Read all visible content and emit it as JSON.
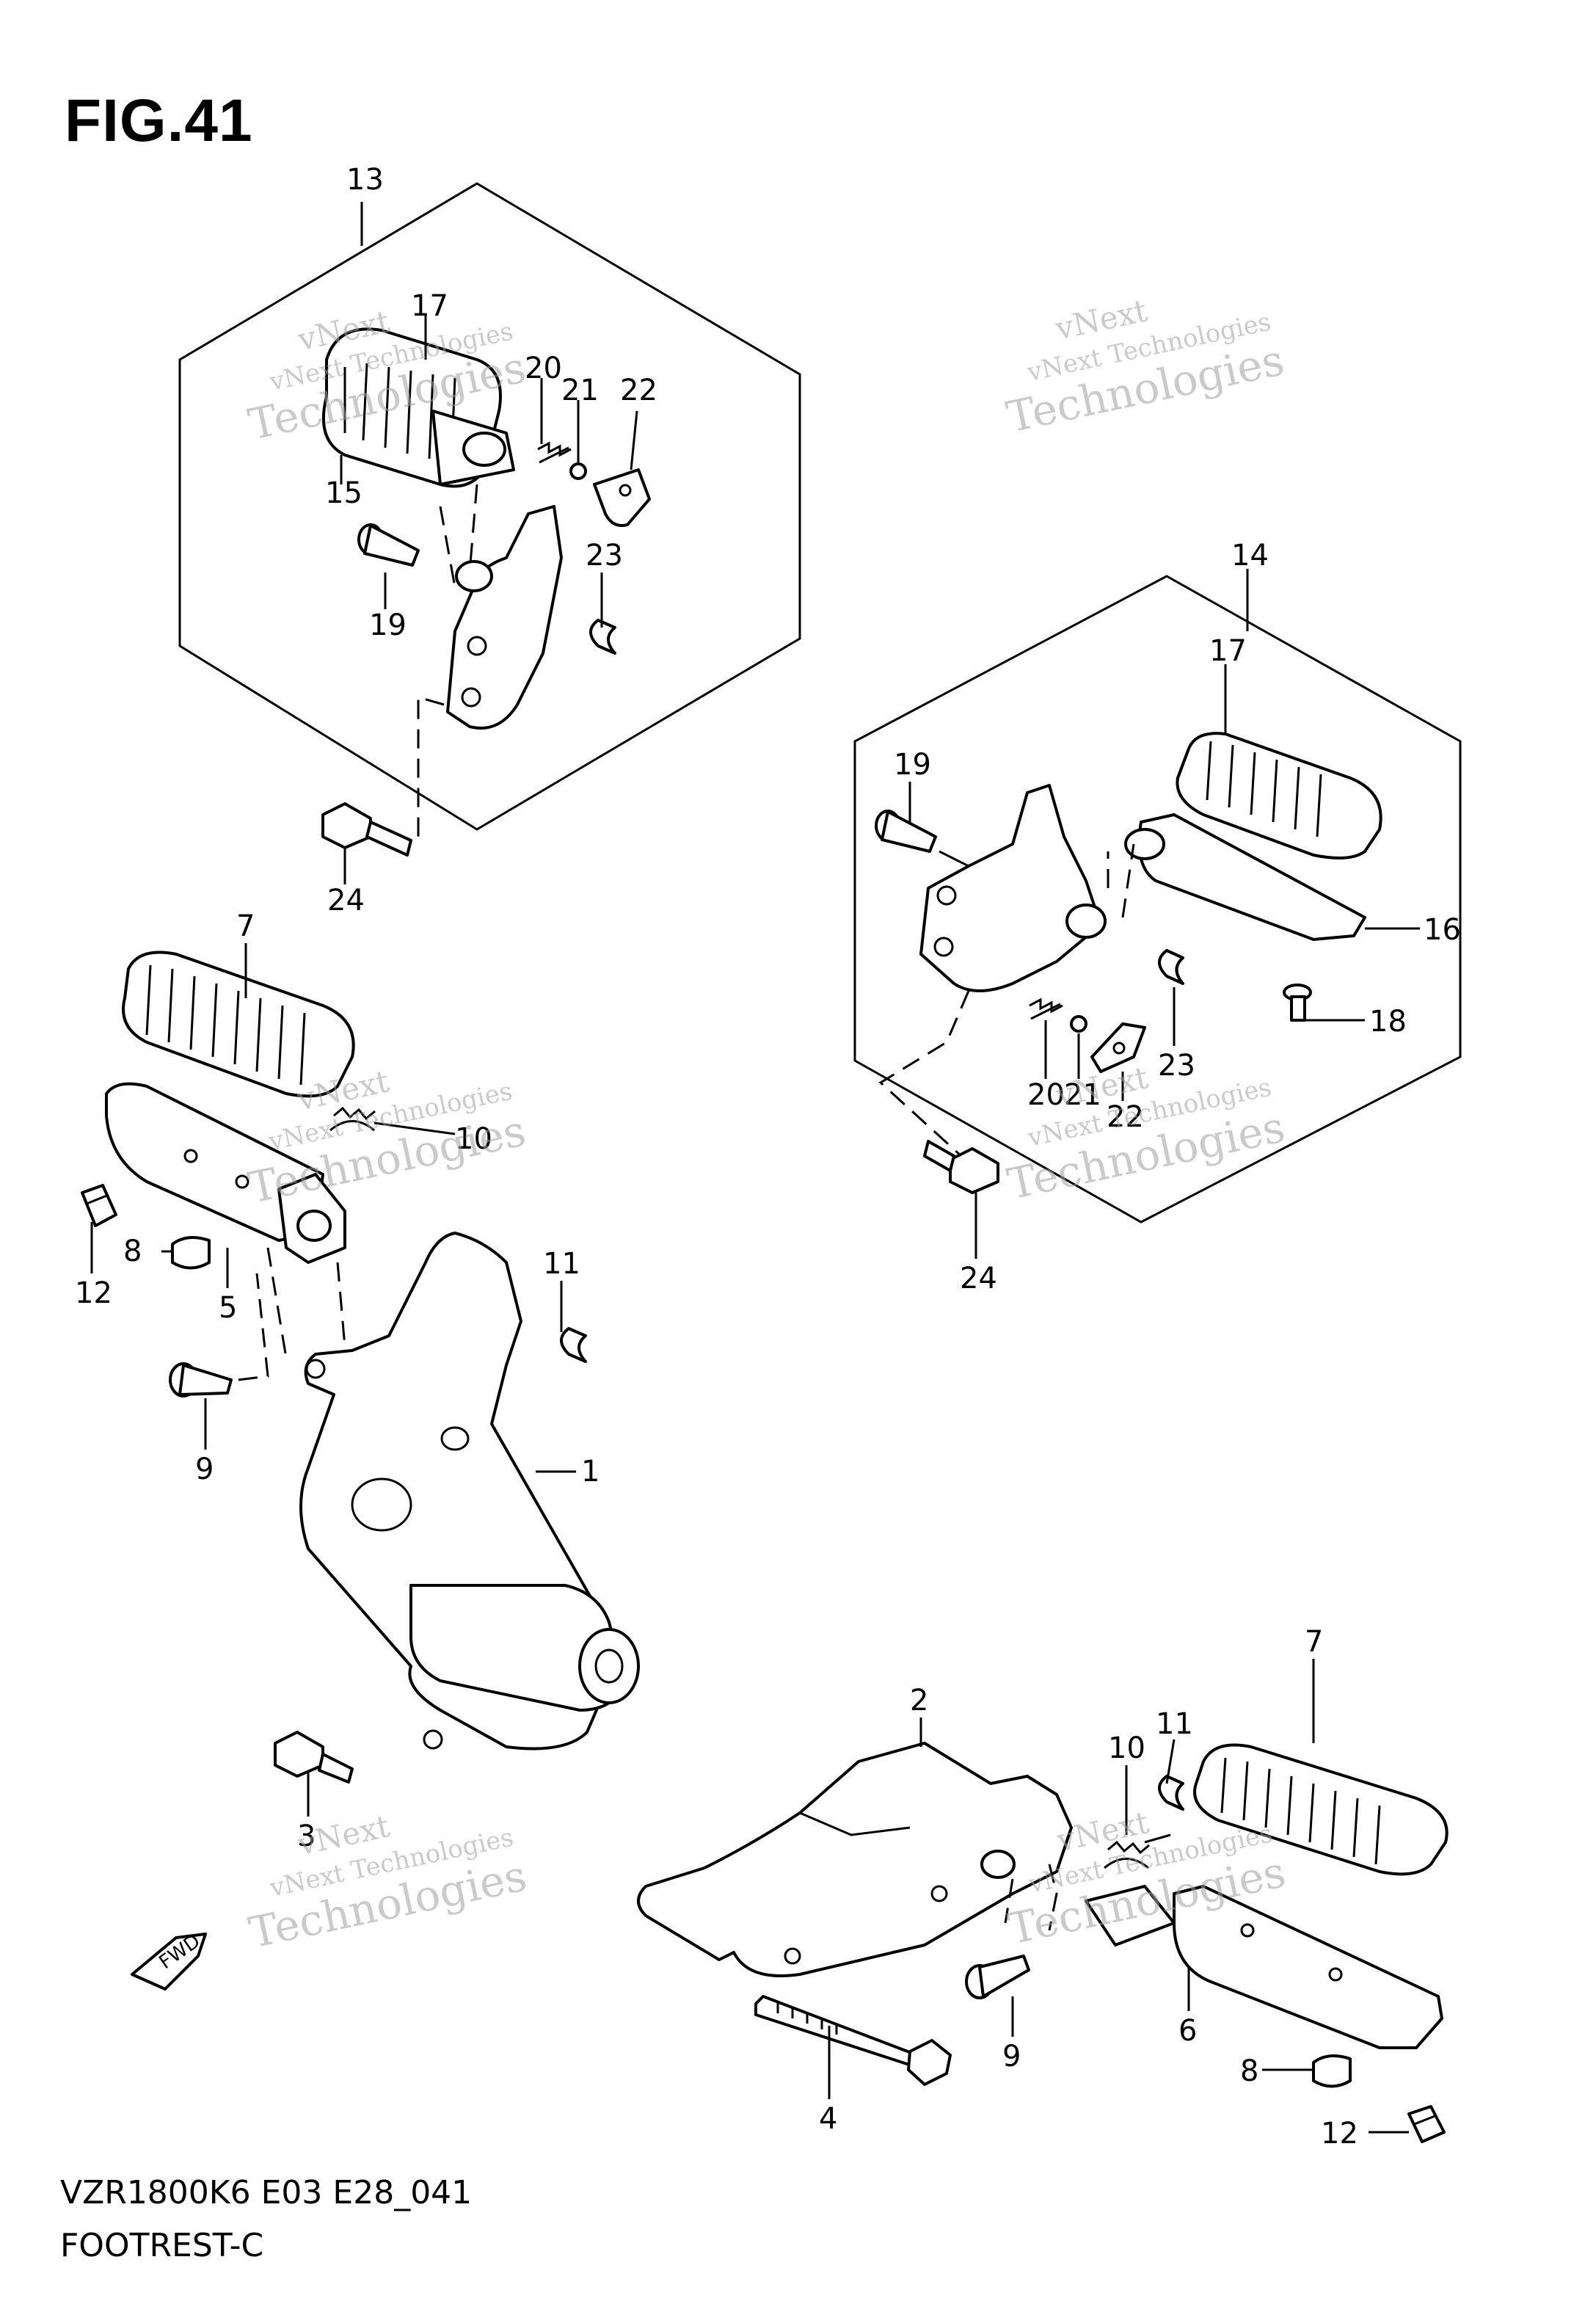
{
  "figure": {
    "title": "FIG.41",
    "model_code": "VZR1800K6 E03 E28_041",
    "caption": "FOOTREST-C"
  },
  "watermark": {
    "lines": [
      "vNext",
      "vNext Technologies",
      "Technologies"
    ]
  },
  "fwd_label": "FWD",
  "callouts": [
    {
      "id": "c13",
      "label": "13"
    },
    {
      "id": "c17a",
      "label": "17"
    },
    {
      "id": "c15",
      "label": "15"
    },
    {
      "id": "c20a",
      "label": "20"
    },
    {
      "id": "c21a",
      "label": "21"
    },
    {
      "id": "c22a",
      "label": "22"
    },
    {
      "id": "c19a",
      "label": "19"
    },
    {
      "id": "c23a",
      "label": "23"
    },
    {
      "id": "c24a",
      "label": "24"
    },
    {
      "id": "c14",
      "label": "14"
    },
    {
      "id": "c17b",
      "label": "17"
    },
    {
      "id": "c19b",
      "label": "19"
    },
    {
      "id": "c16",
      "label": "16"
    },
    {
      "id": "c18",
      "label": "18"
    },
    {
      "id": "c20b",
      "label": "20"
    },
    {
      "id": "c21b",
      "label": "21"
    },
    {
      "id": "c23b",
      "label": "23"
    },
    {
      "id": "c22b",
      "label": "22"
    },
    {
      "id": "c24b",
      "label": "24"
    },
    {
      "id": "c7a",
      "label": "7"
    },
    {
      "id": "c10a",
      "label": "10"
    },
    {
      "id": "c8a",
      "label": "8"
    },
    {
      "id": "c12a",
      "label": "12"
    },
    {
      "id": "c5",
      "label": "5"
    },
    {
      "id": "c11a",
      "label": "11"
    },
    {
      "id": "c9a",
      "label": "9"
    },
    {
      "id": "c1",
      "label": "1"
    },
    {
      "id": "c3",
      "label": "3"
    },
    {
      "id": "c2",
      "label": "2"
    },
    {
      "id": "c11b",
      "label": "11"
    },
    {
      "id": "c10b",
      "label": "10"
    },
    {
      "id": "c7b",
      "label": "7"
    },
    {
      "id": "c9b",
      "label": "9"
    },
    {
      "id": "c6",
      "label": "6"
    },
    {
      "id": "c8b",
      "label": "8"
    },
    {
      "id": "c12b",
      "label": "12"
    },
    {
      "id": "c4",
      "label": "4"
    }
  ]
}
